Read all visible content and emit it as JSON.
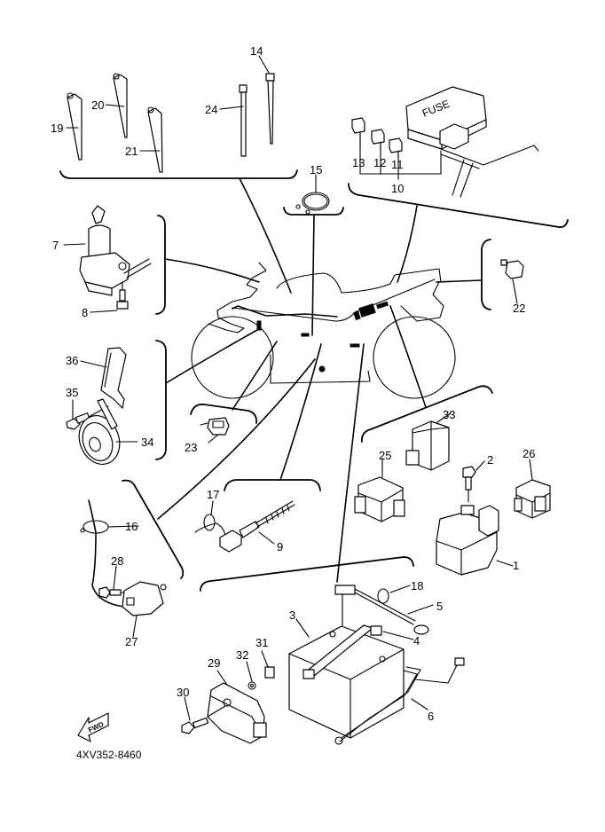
{
  "diagram": {
    "title": "Electrical parts exploded view",
    "reference_code": "4XV352-8460",
    "direction_marker": "FWD",
    "fuse_box_label": "FUSE",
    "parts": [
      {
        "id": "p1",
        "number": "1",
        "name": "starter relay"
      },
      {
        "id": "p2",
        "number": "2",
        "name": "bolt"
      },
      {
        "id": "p3",
        "number": "3",
        "name": "battery"
      },
      {
        "id": "p4",
        "number": "4",
        "name": "battery band"
      },
      {
        "id": "p5",
        "number": "5",
        "name": "battery positive lead"
      },
      {
        "id": "p6",
        "number": "6",
        "name": "battery negative lead"
      },
      {
        "id": "p7",
        "number": "7",
        "name": "main switch"
      },
      {
        "id": "p8",
        "number": "8",
        "name": "bolt"
      },
      {
        "id": "p9",
        "number": "9",
        "name": "rear brake switch"
      },
      {
        "id": "p10",
        "number": "10",
        "name": "fuse box assembly"
      },
      {
        "id": "p11",
        "number": "11",
        "name": "fuse"
      },
      {
        "id": "p12",
        "number": "12",
        "name": "fuse"
      },
      {
        "id": "p13",
        "number": "13",
        "name": "fuse"
      },
      {
        "id": "p14",
        "number": "14",
        "name": "cable tie"
      },
      {
        "id": "p15",
        "number": "15",
        "name": "clamp"
      },
      {
        "id": "p16",
        "number": "16",
        "name": "clamp"
      },
      {
        "id": "p17",
        "number": "17",
        "name": "clamp"
      },
      {
        "id": "p18",
        "number": "18",
        "name": "clamp"
      },
      {
        "id": "p19",
        "number": "19",
        "name": "band"
      },
      {
        "id": "p20",
        "number": "20",
        "name": "band"
      },
      {
        "id": "p21",
        "number": "21",
        "name": "band"
      },
      {
        "id": "p22",
        "number": "22",
        "name": "connector"
      },
      {
        "id": "p23",
        "number": "23",
        "name": "holder"
      },
      {
        "id": "p24",
        "number": "24",
        "name": "cable tie"
      },
      {
        "id": "p25",
        "number": "25",
        "name": "relay"
      },
      {
        "id": "p26",
        "number": "26",
        "name": "relay"
      },
      {
        "id": "p27",
        "number": "27",
        "name": "sidestand switch"
      },
      {
        "id": "p28",
        "number": "28",
        "name": "screw"
      },
      {
        "id": "p29",
        "number": "29",
        "name": "rectifier regulator"
      },
      {
        "id": "p30",
        "number": "30",
        "name": "bolt"
      },
      {
        "id": "p31",
        "number": "31",
        "name": "nut"
      },
      {
        "id": "p32",
        "number": "32",
        "name": "washer"
      },
      {
        "id": "p33",
        "number": "33",
        "name": "flasher relay"
      },
      {
        "id": "p34",
        "number": "34",
        "name": "horn"
      },
      {
        "id": "p35",
        "number": "35",
        "name": "bolt"
      },
      {
        "id": "p36",
        "number": "36",
        "name": "horn bracket"
      }
    ]
  }
}
